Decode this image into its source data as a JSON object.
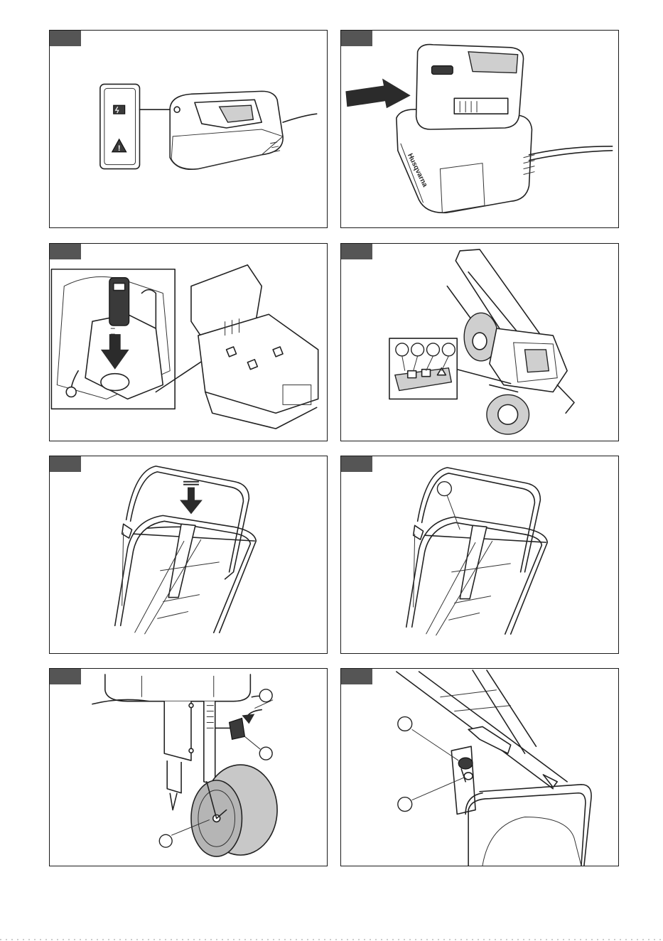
{
  "panels": [
    {
      "id": "charger-indicators",
      "tag": ""
    },
    {
      "id": "battery-insert-charger",
      "tag": ""
    },
    {
      "id": "key-insert",
      "tag": ""
    },
    {
      "id": "control-panel",
      "tag": ""
    },
    {
      "id": "handle-press",
      "tag": ""
    },
    {
      "id": "handle-cable",
      "tag": ""
    },
    {
      "id": "wheel-height",
      "tag": ""
    },
    {
      "id": "handle-knobs",
      "tag": ""
    }
  ],
  "brand": {
    "logo_text": "Husqvarna"
  },
  "colors": {
    "tag_bg": "#555555",
    "border": "#1a1a1a",
    "wheel": "#c8c8c8"
  },
  "icons": [
    "battery-icon",
    "warning-icon",
    "arrow-icon"
  ]
}
